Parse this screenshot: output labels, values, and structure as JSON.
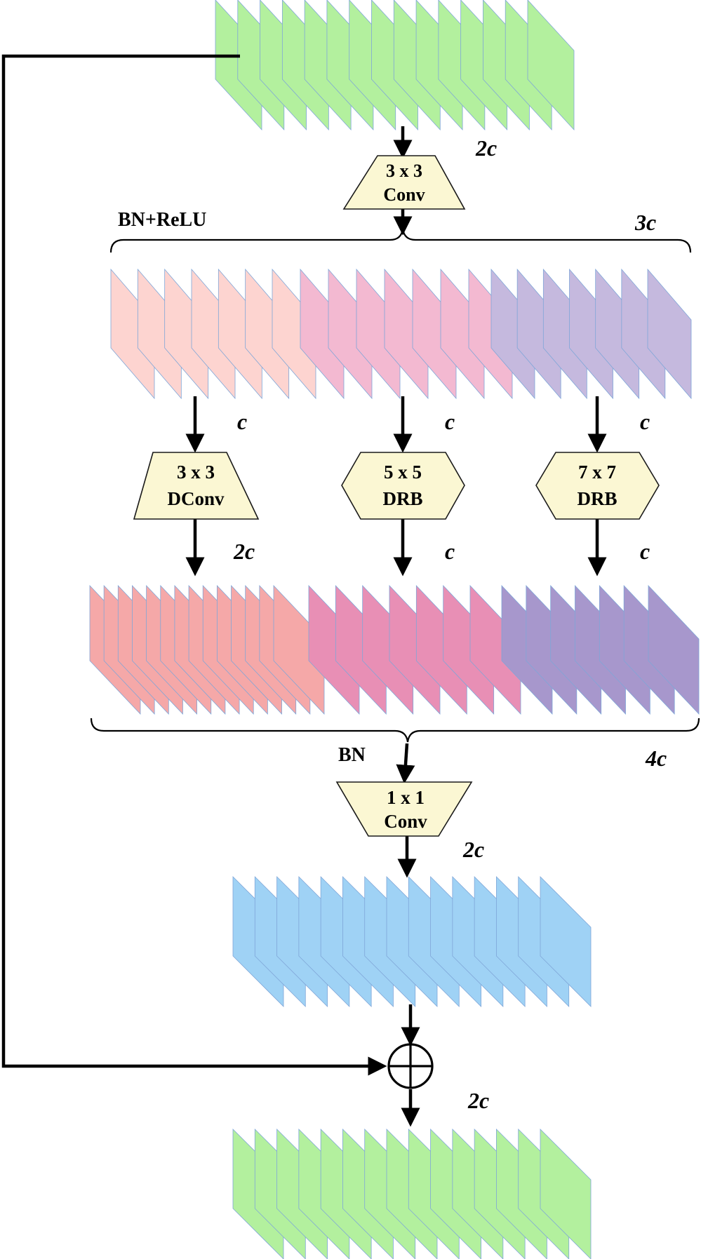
{
  "colors": {
    "input": "#b3f09e",
    "split_a": "#fdd4d0",
    "split_b": "#f3b9d1",
    "split_c": "#c5b9de",
    "out_a": "#f5a8a8",
    "out_b": "#e88fb5",
    "out_c": "#a797cc",
    "conv_out": "#9fd2f5",
    "output": "#b3f09e",
    "op_fill": "#fbf7d3"
  },
  "ops": {
    "conv3": {
      "line1": "3 x 3",
      "line2": "Conv"
    },
    "dconv": {
      "line1": "3 x 3",
      "line2": "DConv"
    },
    "drb5": {
      "line1": "5 x 5",
      "line2": "DRB"
    },
    "drb7": {
      "line1": "7 x 7",
      "line2": "DRB"
    },
    "conv1": {
      "line1": "1 x 1",
      "line2": "Conv"
    }
  },
  "labels": {
    "bn_relu": "BN+ReLU",
    "bn": "BN",
    "ch_2c_a": "2c",
    "ch_3c": "3c",
    "ch_c_1": "c",
    "ch_c_2": "c",
    "ch_c_3": "c",
    "ch_2c_b": "2c",
    "ch_c_4": "c",
    "ch_c_5": "c",
    "ch_4c": "4c",
    "ch_2c_c": "2c",
    "ch_2c_d": "2c"
  }
}
